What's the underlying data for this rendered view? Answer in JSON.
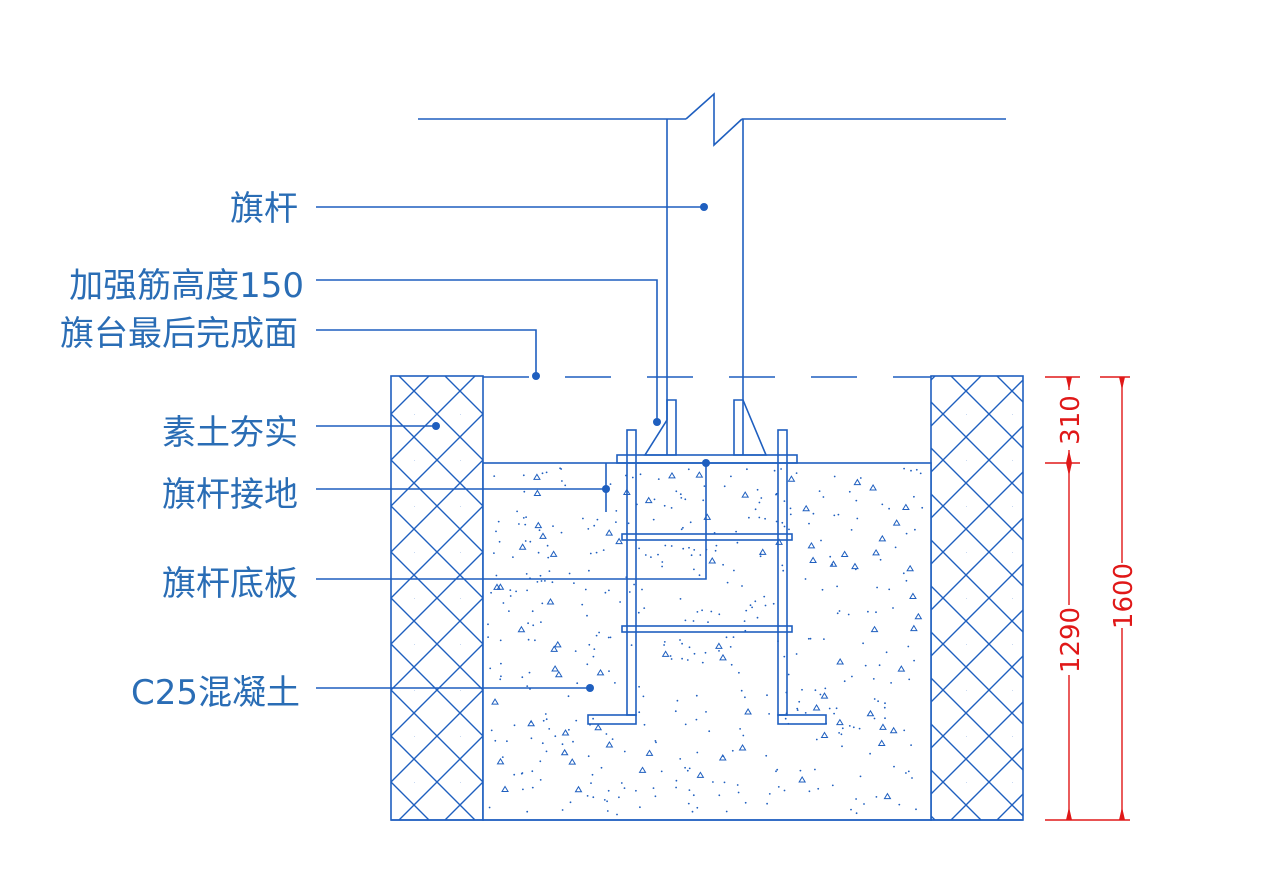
{
  "labels": {
    "flagpole": "旗杆",
    "stiffener": "加强筋高度150",
    "finish_surface": "旗台最后完成面",
    "compacted_soil": "素土夯实",
    "grounding": "旗杆接地",
    "base_plate": "旗杆底板",
    "concrete": "C25混凝土"
  },
  "dimensions": {
    "top_part": "310",
    "lower_part": "1290",
    "total": "1600"
  },
  "colors": {
    "line": "#1f5fbf",
    "text": "#2a6db5",
    "dimension": "#e01818"
  }
}
